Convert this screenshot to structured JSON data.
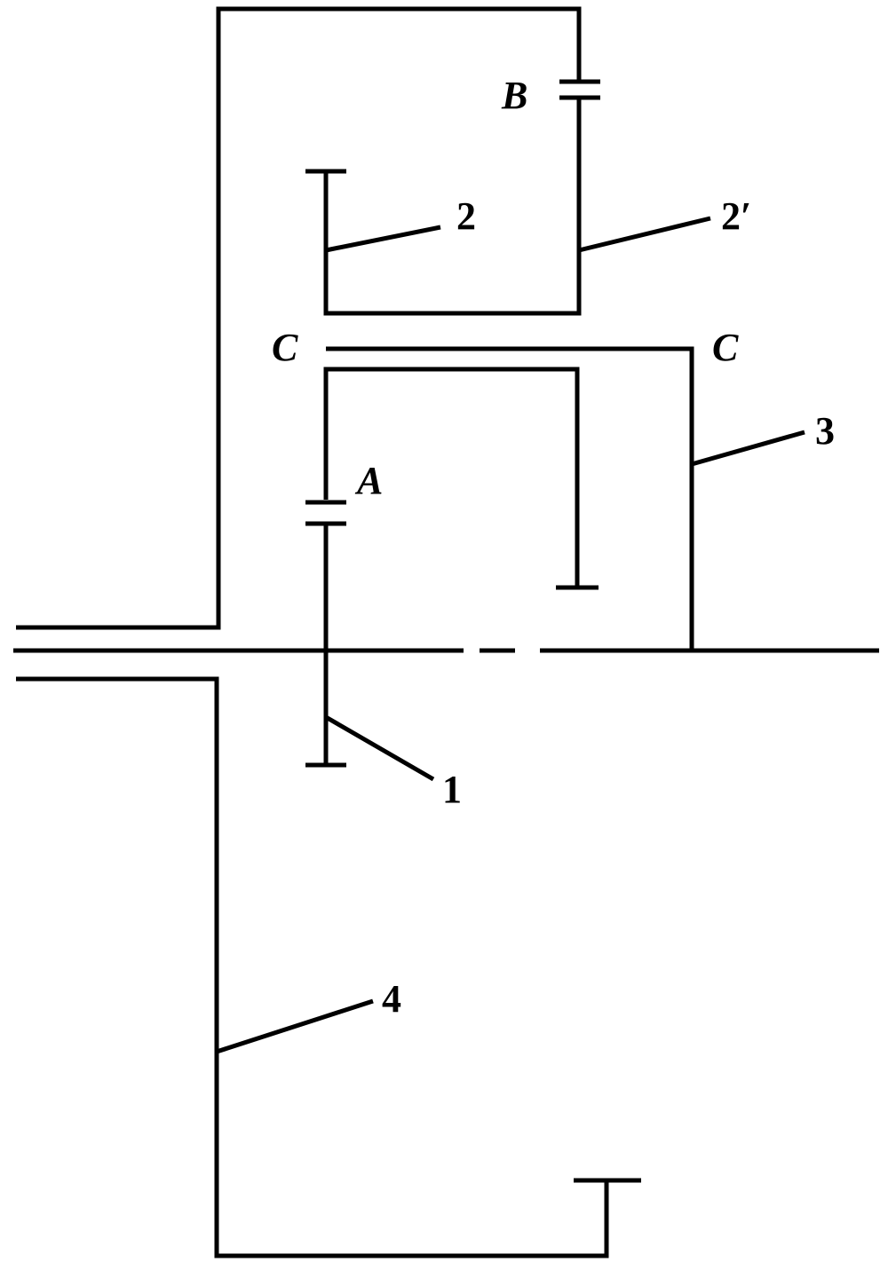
{
  "labels": {
    "gear_1": "1",
    "gear_2": "2",
    "gear_2_prime": "2′",
    "arm_3": "3",
    "ring_4": "4",
    "point_a": "A",
    "point_b": "B",
    "point_c_left": "C",
    "point_c_right": "C"
  },
  "colors": {
    "line": "#000000",
    "background": "#ffffff"
  }
}
